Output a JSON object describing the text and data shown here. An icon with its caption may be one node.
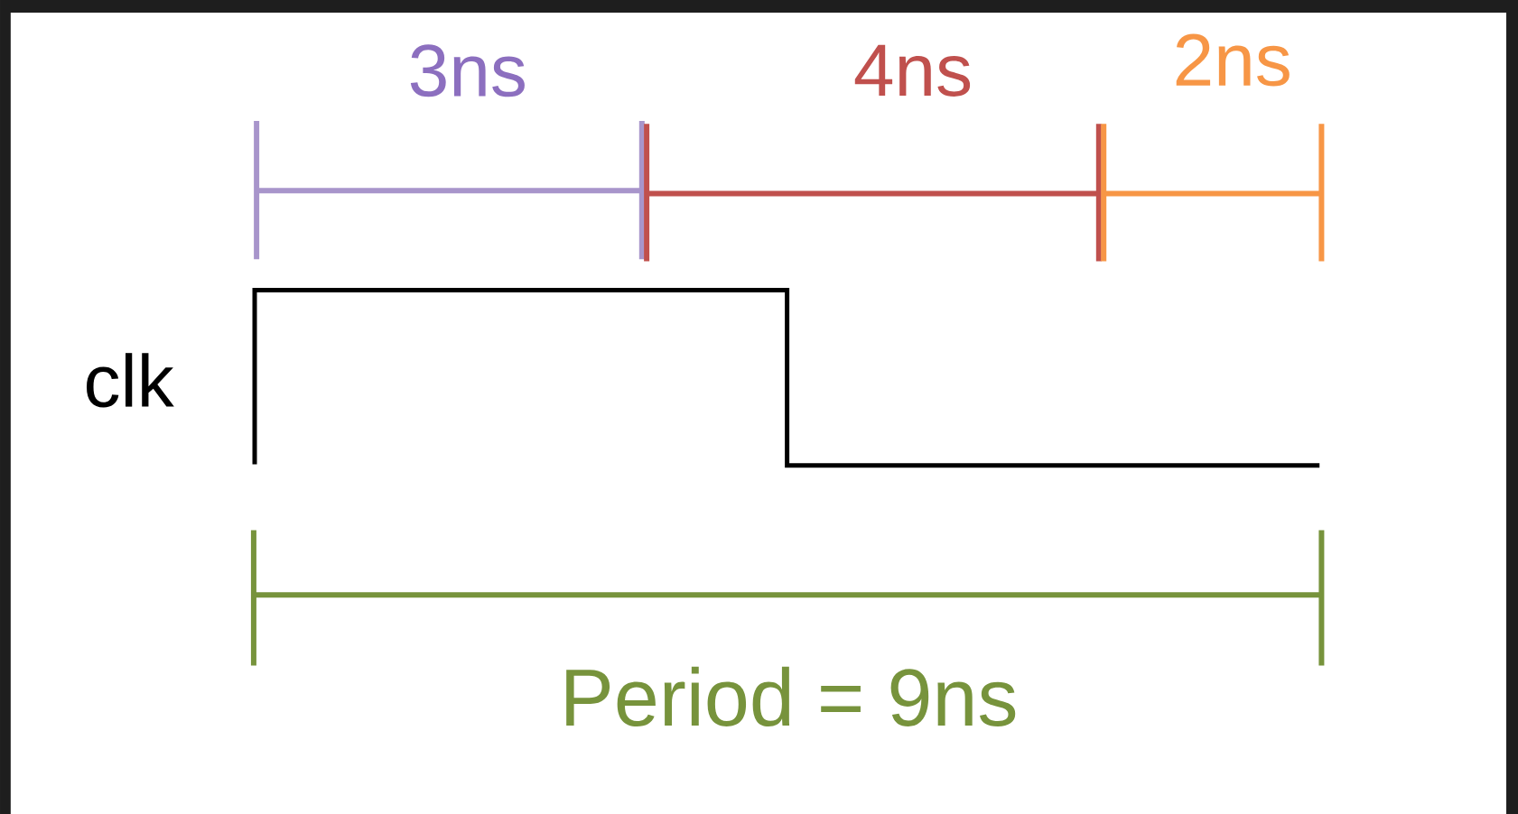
{
  "diagram": {
    "labels": [
      "3ns",
      "4ns",
      "2ns",
      "clk",
      "Period = 9ns"
    ]
  }
}
